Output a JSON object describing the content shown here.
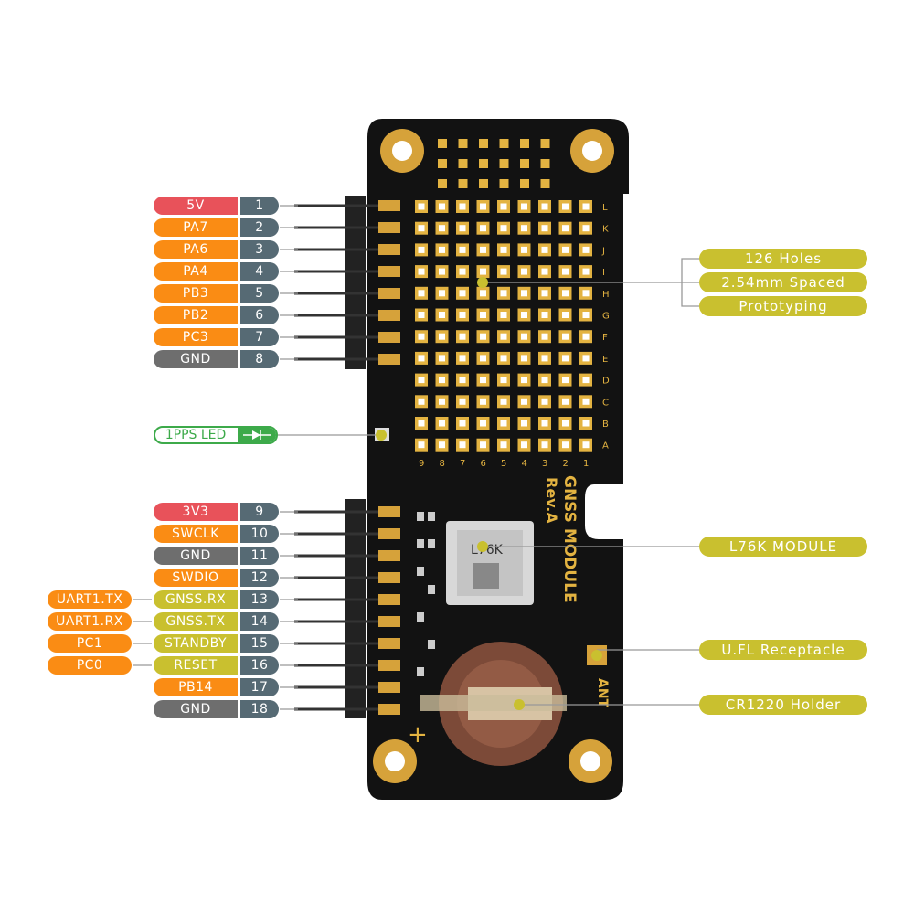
{
  "pins_top": [
    {
      "name": "5V",
      "num": "1",
      "color": "red"
    },
    {
      "name": "PA7",
      "num": "2",
      "color": "orange"
    },
    {
      "name": "PA6",
      "num": "3",
      "color": "orange"
    },
    {
      "name": "PA4",
      "num": "4",
      "color": "orange"
    },
    {
      "name": "PB3",
      "num": "5",
      "color": "orange"
    },
    {
      "name": "PB2",
      "num": "6",
      "color": "orange"
    },
    {
      "name": "PC3",
      "num": "7",
      "color": "orange"
    },
    {
      "name": "GND",
      "num": "8",
      "color": "gray"
    }
  ],
  "pins_bottom": [
    {
      "name": "3V3",
      "num": "9",
      "color": "red",
      "alt": ""
    },
    {
      "name": "SWCLK",
      "num": "10",
      "color": "orange",
      "alt": ""
    },
    {
      "name": "GND",
      "num": "11",
      "color": "gray",
      "alt": ""
    },
    {
      "name": "SWDIO",
      "num": "12",
      "color": "orange",
      "alt": ""
    },
    {
      "name": "GNSS.RX",
      "num": "13",
      "color": "olive",
      "alt": "UART1.TX"
    },
    {
      "name": "GNSS.TX",
      "num": "14",
      "color": "olive",
      "alt": "UART1.RX"
    },
    {
      "name": "STANDBY",
      "num": "15",
      "color": "olive",
      "alt": "PC1"
    },
    {
      "name": "RESET",
      "num": "16",
      "color": "olive",
      "alt": "PC0"
    },
    {
      "name": "PB14",
      "num": "17",
      "color": "orange",
      "alt": ""
    },
    {
      "name": "GND",
      "num": "18",
      "color": "gray",
      "alt": ""
    }
  ],
  "pps_led": "1PPS LED",
  "callouts": {
    "holes": "126 Holes",
    "spaced": "2.54mm Spaced",
    "proto": "Prototyping",
    "module": "L76K MODULE",
    "ufl": "U.FL Receptacle",
    "holder": "CR1220 Holder"
  },
  "silkscreen": {
    "title": "GNSS MODULE",
    "rev": "Rev.A",
    "ant": "ANT",
    "plus": "+",
    "module_mark": "L76K",
    "columns": [
      "9",
      "8",
      "7",
      "6",
      "5",
      "4",
      "3",
      "2",
      "1"
    ],
    "rows": [
      "L",
      "K",
      "J",
      "I",
      "H",
      "G",
      "F",
      "E",
      "D",
      "C",
      "B",
      "A"
    ]
  },
  "colors": {
    "red": "#e8525a",
    "orange": "#fa8c14",
    "gray": "#6e6e6e",
    "olive": "#c9c02f",
    "num": "#566a74",
    "board": "#121212",
    "gold": "#e3b341",
    "green": "#3daa4a"
  }
}
